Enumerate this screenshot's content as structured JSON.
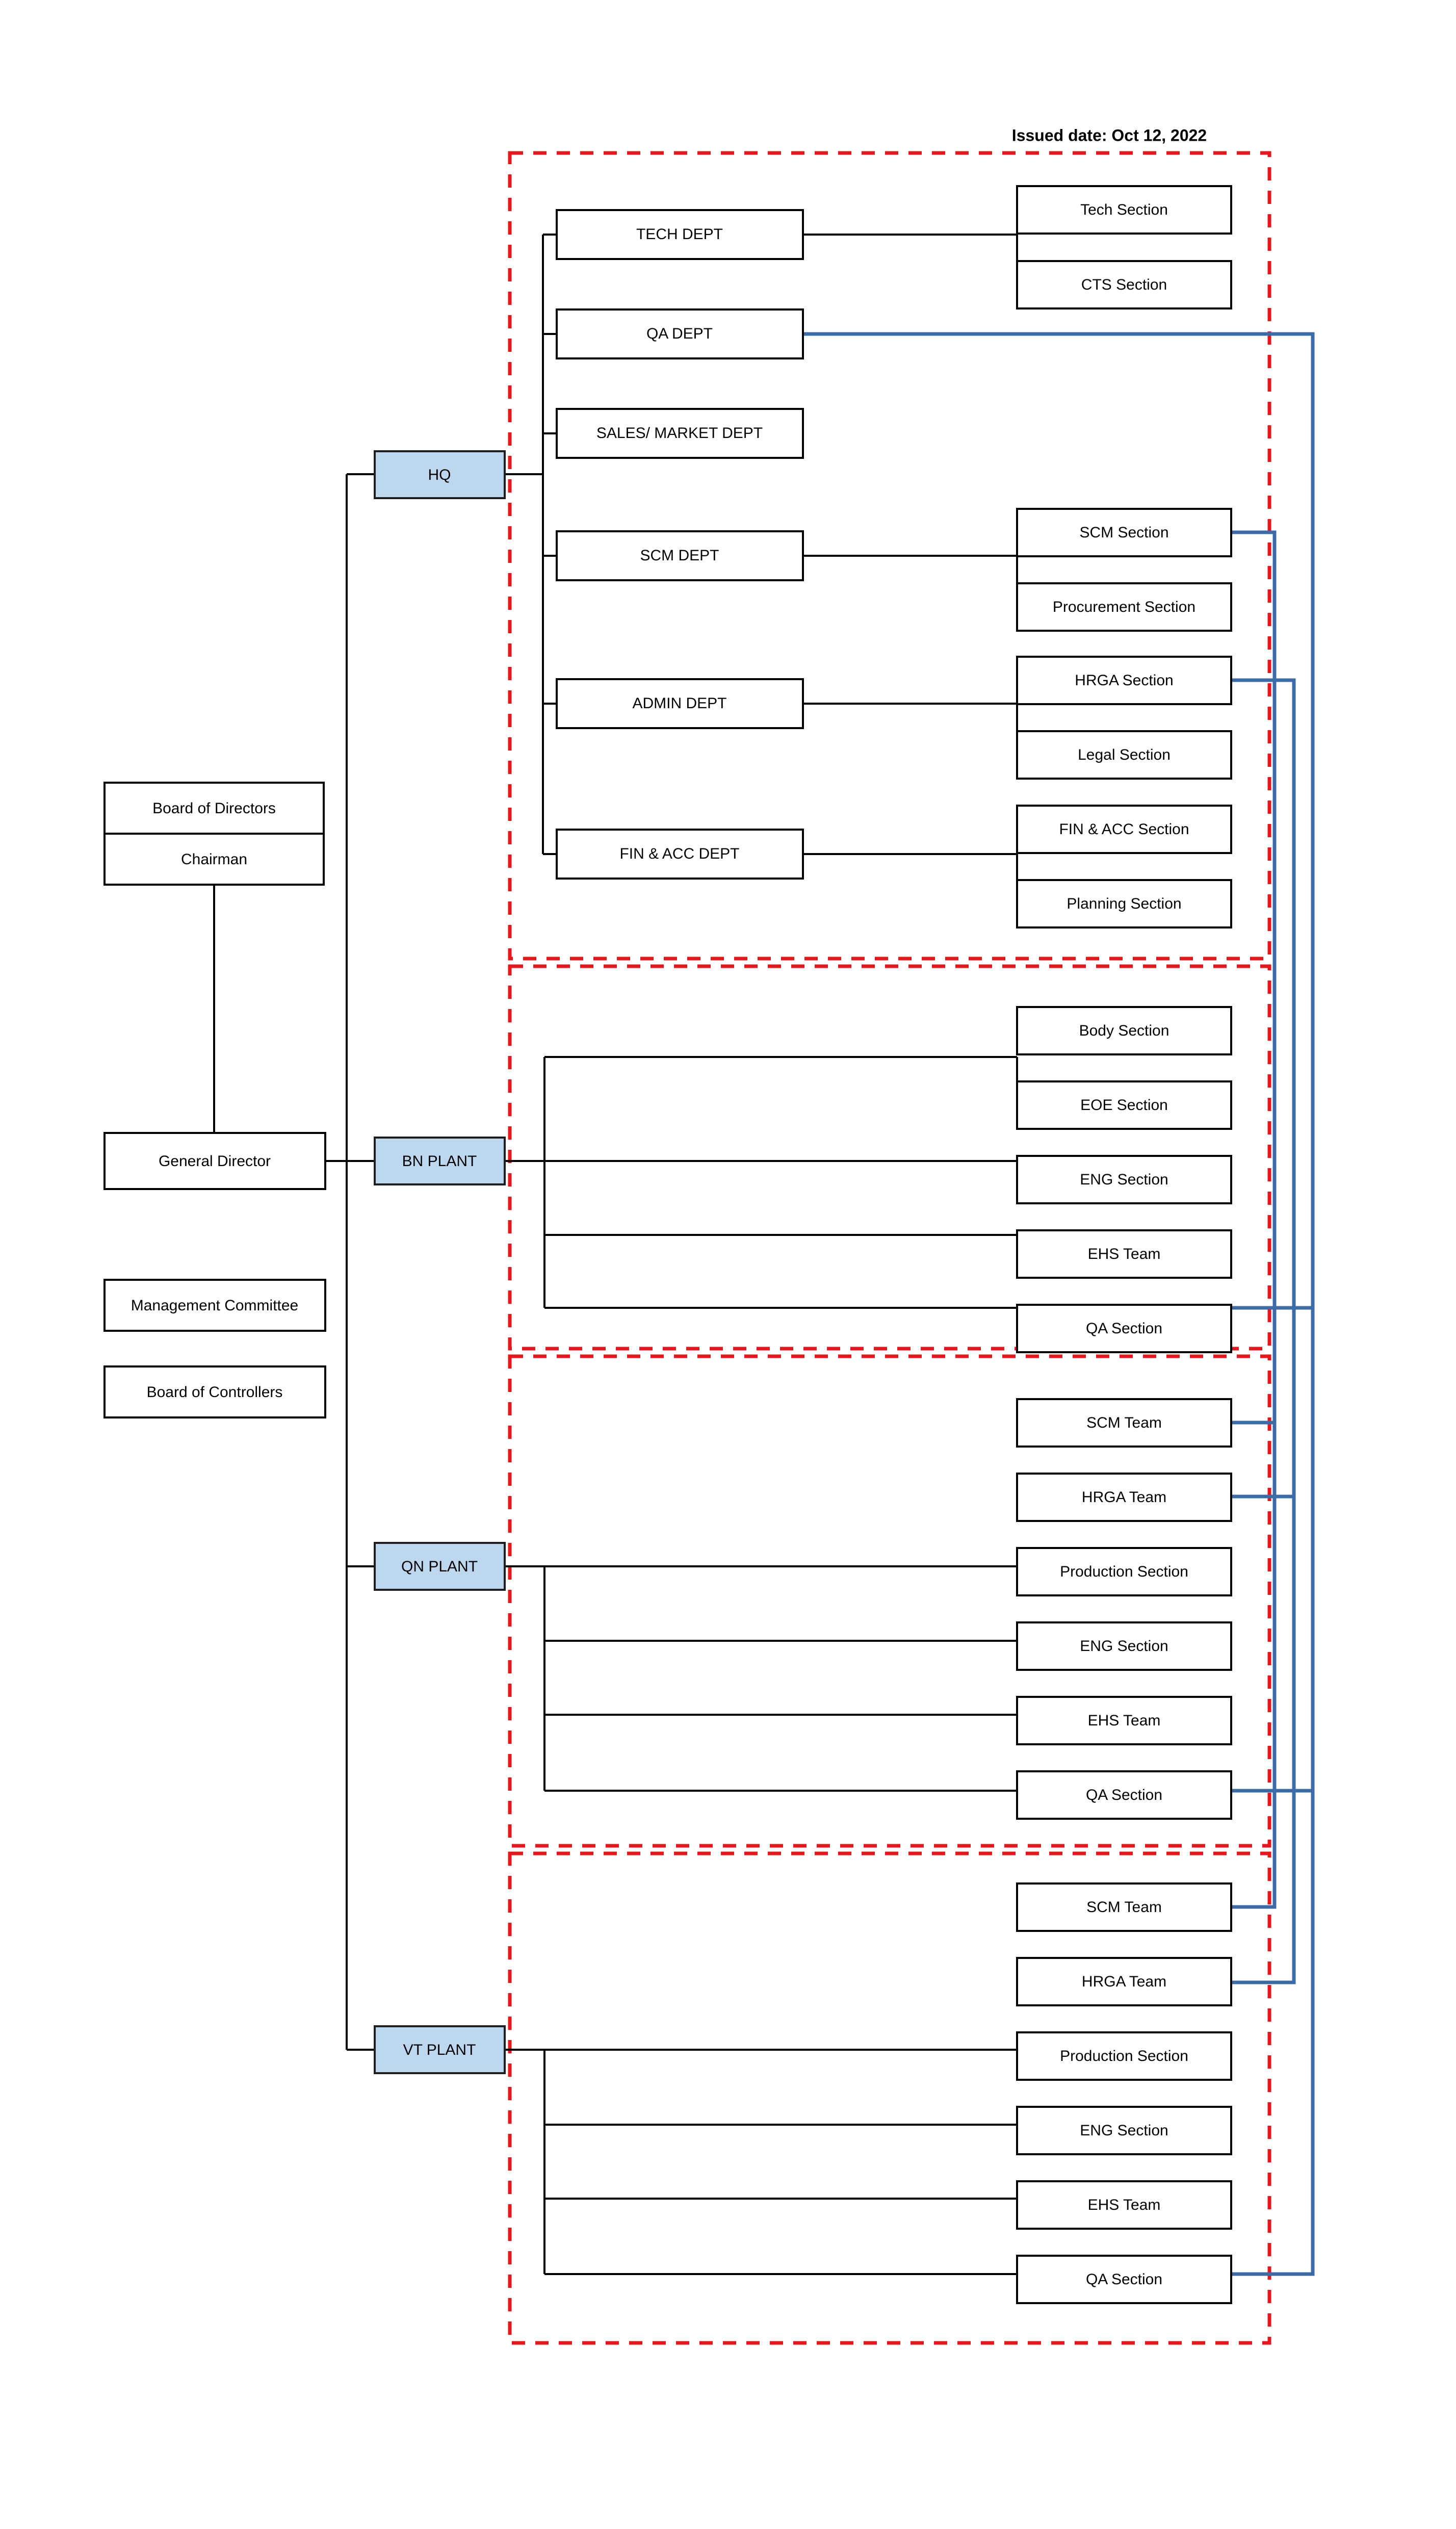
{
  "meta": {
    "issued_date_label": "Issued date: Oct 12, 2022",
    "colors": {
      "division_fill": "#bdd7ee",
      "group_border": "#e8161a",
      "dotted_connector": "#3c6ca8",
      "node_border": "#000000",
      "background": "#ffffff"
    }
  },
  "executive": {
    "board_of_directors": "Board of Directors",
    "chairman": "Chairman",
    "general_director": "General Director",
    "management_committee": "Management Committee",
    "board_of_controllers": "Board of Controllers"
  },
  "divisions": [
    {
      "id": "hq",
      "label": "HQ"
    },
    {
      "id": "bn",
      "label": "BN PLANT"
    },
    {
      "id": "qn",
      "label": "QN PLANT"
    },
    {
      "id": "vt",
      "label": "VT PLANT"
    }
  ],
  "hq_departments": [
    {
      "id": "tech",
      "label": "TECH DEPT"
    },
    {
      "id": "qa",
      "label": "QA DEPT"
    },
    {
      "id": "sales",
      "label": "SALES/ MARKET DEPT"
    },
    {
      "id": "scm",
      "label": "SCM DEPT"
    },
    {
      "id": "admin",
      "label": "ADMIN DEPT"
    },
    {
      "id": "fin",
      "label": "FIN & ACC DEPT"
    }
  ],
  "hq_sections": [
    {
      "id": "tech-sec",
      "label": "Tech Section"
    },
    {
      "id": "cts-sec",
      "label": "CTS Section"
    },
    {
      "id": "scm-sec",
      "label": "SCM Section"
    },
    {
      "id": "proc-sec",
      "label": "Procurement Section"
    },
    {
      "id": "hrga-sec",
      "label": "HRGA Section"
    },
    {
      "id": "legal-sec",
      "label": "Legal Section"
    },
    {
      "id": "fin-sec",
      "label": "FIN & ACC Section"
    },
    {
      "id": "plan-sec",
      "label": "Planning Section"
    }
  ],
  "bn_sections": [
    {
      "id": "bn-body",
      "label": "Body Section"
    },
    {
      "id": "bn-eoe",
      "label": "EOE Section"
    },
    {
      "id": "bn-eng",
      "label": "ENG Section"
    },
    {
      "id": "bn-ehs",
      "label": "EHS Team"
    },
    {
      "id": "bn-qa",
      "label": "QA Section"
    }
  ],
  "qn_sections": [
    {
      "id": "qn-scm",
      "label": "SCM Team"
    },
    {
      "id": "qn-hrga",
      "label": "HRGA Team"
    },
    {
      "id": "qn-prod",
      "label": "Production Section"
    },
    {
      "id": "qn-eng",
      "label": "ENG Section"
    },
    {
      "id": "qn-ehs",
      "label": "EHS Team"
    },
    {
      "id": "qn-qa",
      "label": "QA Section"
    }
  ],
  "vt_sections": [
    {
      "id": "vt-scm",
      "label": "SCM Team"
    },
    {
      "id": "vt-hrga",
      "label": "HRGA Team"
    },
    {
      "id": "vt-prod",
      "label": "Production Section"
    },
    {
      "id": "vt-eng",
      "label": "ENG Section"
    },
    {
      "id": "vt-ehs",
      "label": "EHS Team"
    },
    {
      "id": "vt-qa",
      "label": "QA Section"
    }
  ]
}
